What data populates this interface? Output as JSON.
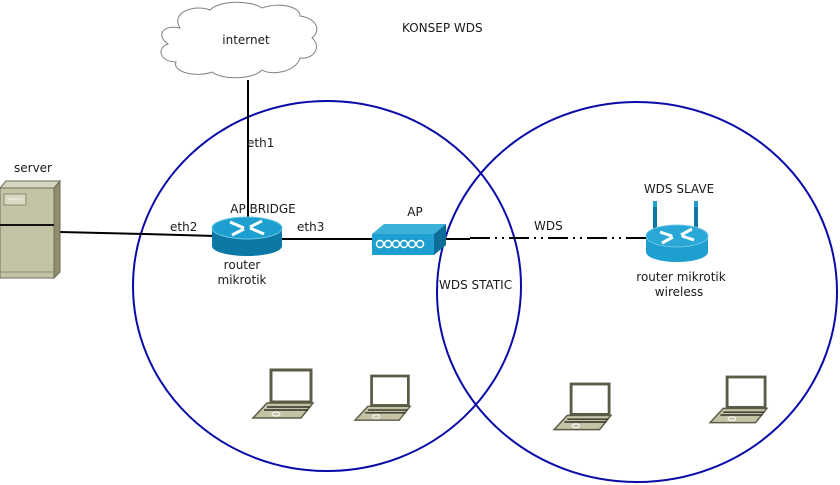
{
  "title": "KONSEP WDS",
  "nodes": {
    "internet": {
      "label": "internet",
      "icon": "cloud-icon"
    },
    "server": {
      "label": "server",
      "icon": "server-icon"
    },
    "router": {
      "label_top": "AP BRIDGE",
      "label_line1": "router",
      "label_line2": "mikrotik",
      "icon": "router-icon"
    },
    "ap": {
      "label": "AP",
      "icon": "access-point-icon"
    },
    "wireless_router": {
      "label_top": "WDS SLAVE",
      "label_line1": "router mikrotik",
      "label_line2": "wireless",
      "icon": "wireless-router-icon"
    },
    "laptops": [
      {
        "icon": "laptop-icon",
        "zone": "left"
      },
      {
        "icon": "laptop-icon",
        "zone": "left"
      },
      {
        "icon": "laptop-icon",
        "zone": "right"
      },
      {
        "icon": "laptop-icon",
        "zone": "right"
      }
    ]
  },
  "links": {
    "eth1": "eth1",
    "eth2": "eth2",
    "eth3": "eth3",
    "wds": "WDS",
    "wds_static": "WDS STATIC"
  },
  "colors": {
    "zone_circle": "#0a0aa8",
    "device_blue": "#1d9fd0",
    "device_blue_dark": "#0c78a6",
    "server_body": "#c4c3a6",
    "laptop_frame": "#5b5b48",
    "line": "#000000"
  }
}
